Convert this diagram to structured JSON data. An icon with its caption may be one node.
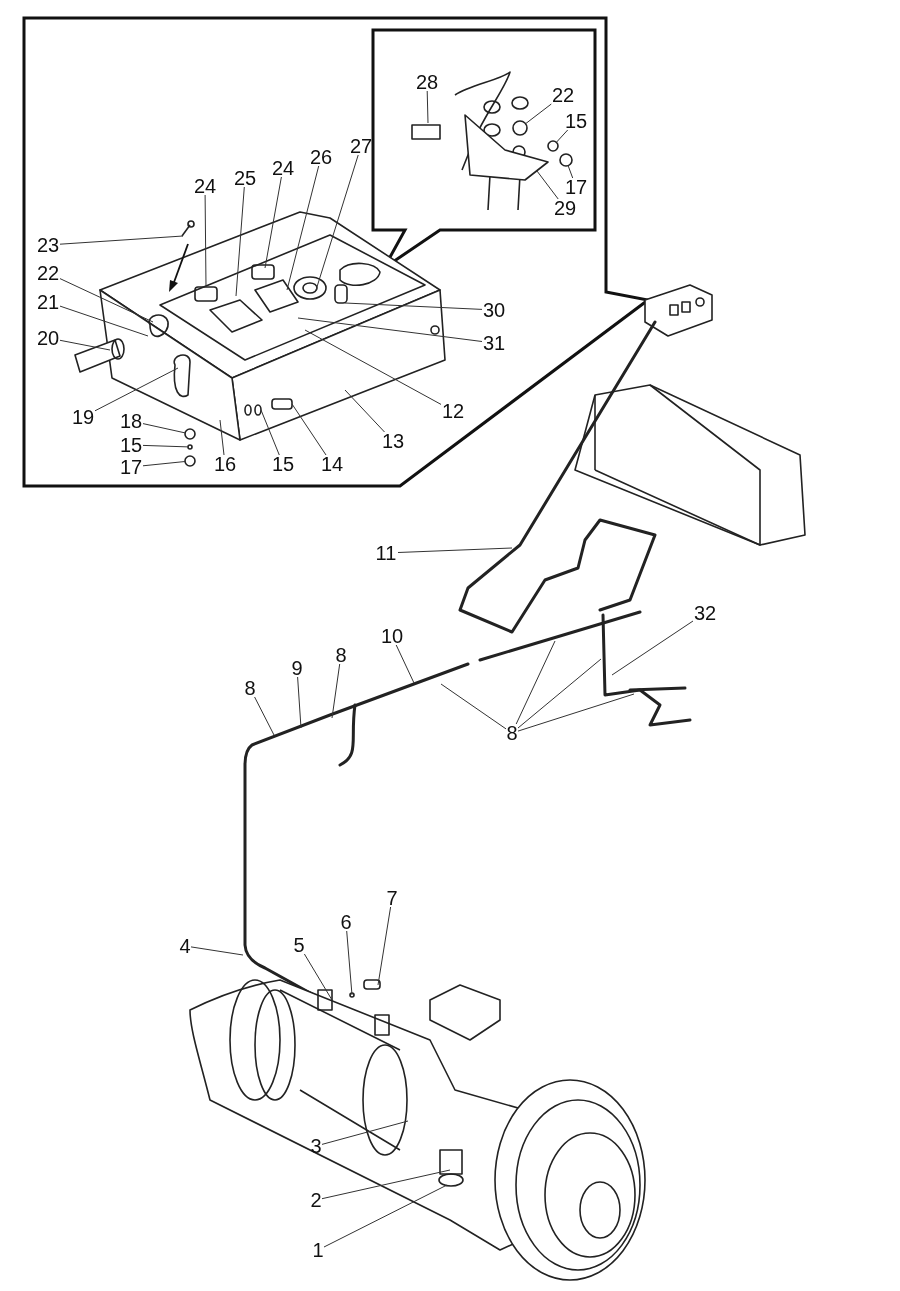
{
  "diagram": {
    "nodes": [
      {
        "text": [
          "28"
        ]
      },
      {
        "text": [
          "22"
        ]
      },
      {
        "text": [
          "15"
        ]
      },
      {
        "text": [
          "27"
        ]
      },
      {
        "text": [
          "26"
        ]
      },
      {
        "text": [
          "24"
        ]
      },
      {
        "text": [
          "25"
        ]
      },
      {
        "text": [
          "24"
        ]
      },
      {
        "text": [
          "17"
        ]
      },
      {
        "text": [
          "29"
        ]
      },
      {
        "text": [
          "23"
        ]
      },
      {
        "text": [
          "22"
        ]
      },
      {
        "text": [
          "30"
        ]
      },
      {
        "text": [
          "21"
        ]
      },
      {
        "text": [
          "20"
        ]
      },
      {
        "text": [
          "31"
        ]
      },
      {
        "text": [
          "12"
        ]
      },
      {
        "text": [
          "19"
        ]
      },
      {
        "text": [
          "18"
        ]
      },
      {
        "text": [
          "13"
        ]
      },
      {
        "text": [
          "15"
        ]
      },
      {
        "text": [
          "16"
        ]
      },
      {
        "text": [
          "15"
        ]
      },
      {
        "text": [
          "14"
        ]
      },
      {
        "text": [
          "17"
        ]
      },
      {
        "text": [
          "11"
        ]
      },
      {
        "text": [
          "32"
        ]
      },
      {
        "text": [
          "10"
        ]
      },
      {
        "text": [
          "8"
        ]
      },
      {
        "text": [
          "9"
        ]
      },
      {
        "text": [
          "8"
        ]
      },
      {
        "text": [
          "8"
        ]
      },
      {
        "text": [
          "7"
        ]
      },
      {
        "text": [
          "6"
        ]
      },
      {
        "text": [
          "5"
        ]
      },
      {
        "text": [
          "4"
        ]
      },
      {
        "text": [
          "3"
        ]
      },
      {
        "text": [
          "2"
        ]
      },
      {
        "text": [
          "1"
        ]
      },
      {
        "text": [],
        "shape": "circle"
      },
      {
        "text": [],
        "shape": "box"
      },
      {
        "text": [],
        "shape": "circle"
      },
      {
        "text": [],
        "shape": "circle"
      },
      {
        "text": [],
        "shape": "circle"
      },
      {
        "text": [],
        "shape": "circle"
      },
      {
        "text": [],
        "shape": "box"
      },
      {
        "text": [],
        "shape": "circle"
      }
    ],
    "edges": [
      {
        "from": 0,
        "to": 45,
        "arrow": "none"
      },
      {
        "from": 1,
        "to": 46,
        "arrow": "none"
      },
      {
        "from": 2,
        "to": 39,
        "arrow": "none"
      },
      {
        "from": 3,
        "to": null,
        "arrow": "none"
      },
      {
        "from": 4,
        "to": null,
        "arrow": "none"
      },
      {
        "from": 5,
        "to": null,
        "arrow": "none"
      },
      {
        "from": 6,
        "to": null,
        "arrow": "none"
      },
      {
        "from": 7,
        "to": null,
        "arrow": "none"
      },
      {
        "from": 8,
        "to": 44,
        "arrow": "none"
      },
      {
        "from": 9,
        "to": 40,
        "arrow": "none"
      },
      {
        "from": 10,
        "to": null,
        "arrow": "none"
      },
      {
        "from": 11,
        "to": null,
        "arrow": "none"
      },
      {
        "from": 12,
        "to": null,
        "arrow": "none"
      },
      {
        "from": 13,
        "to": null,
        "arrow": "none"
      },
      {
        "from": 14,
        "to": null,
        "arrow": "none"
      },
      {
        "from": 15,
        "to": null,
        "arrow": "none"
      },
      {
        "from": 16,
        "to": null,
        "arrow": "none"
      },
      {
        "from": 17,
        "to": null,
        "arrow": "none"
      },
      {
        "from": 18,
        "to": 41,
        "arrow": "none"
      },
      {
        "from": 19,
        "to": null,
        "arrow": "none"
      },
      {
        "from": 20,
        "to": 42,
        "arrow": "none"
      },
      {
        "from": 21,
        "to": null,
        "arrow": "none"
      },
      {
        "from": 22,
        "to": null,
        "arrow": "none"
      },
      {
        "from": 23,
        "to": null,
        "arrow": "none"
      },
      {
        "from": 24,
        "to": 43,
        "arrow": "none"
      },
      {
        "from": 25,
        "to": null,
        "arrow": "none"
      },
      {
        "from": 26,
        "to": null,
        "arrow": "none"
      },
      {
        "from": 27,
        "to": null,
        "arrow": "none"
      },
      {
        "from": 28,
        "to": null,
        "arrow": "none"
      },
      {
        "from": 29,
        "to": null,
        "arrow": "none"
      },
      {
        "from": 30,
        "to": null,
        "arrow": "none"
      },
      {
        "from": 31,
        "to": null,
        "arrow": "none"
      },
      {
        "from": 31,
        "to": null,
        "arrow": "none"
      },
      {
        "from": 31,
        "to": null,
        "arrow": "none"
      },
      {
        "from": 31,
        "to": null,
        "arrow": "none"
      },
      {
        "from": 32,
        "to": null,
        "arrow": "none"
      },
      {
        "from": 33,
        "to": null,
        "arrow": "none"
      },
      {
        "from": 34,
        "to": null,
        "arrow": "none"
      },
      {
        "from": 35,
        "to": null,
        "arrow": "none"
      },
      {
        "from": 36,
        "to": null,
        "arrow": "none"
      },
      {
        "from": 37,
        "to": null,
        "arrow": "none"
      },
      {
        "from": 38,
        "to": null,
        "arrow": "none"
      }
    ]
  }
}
